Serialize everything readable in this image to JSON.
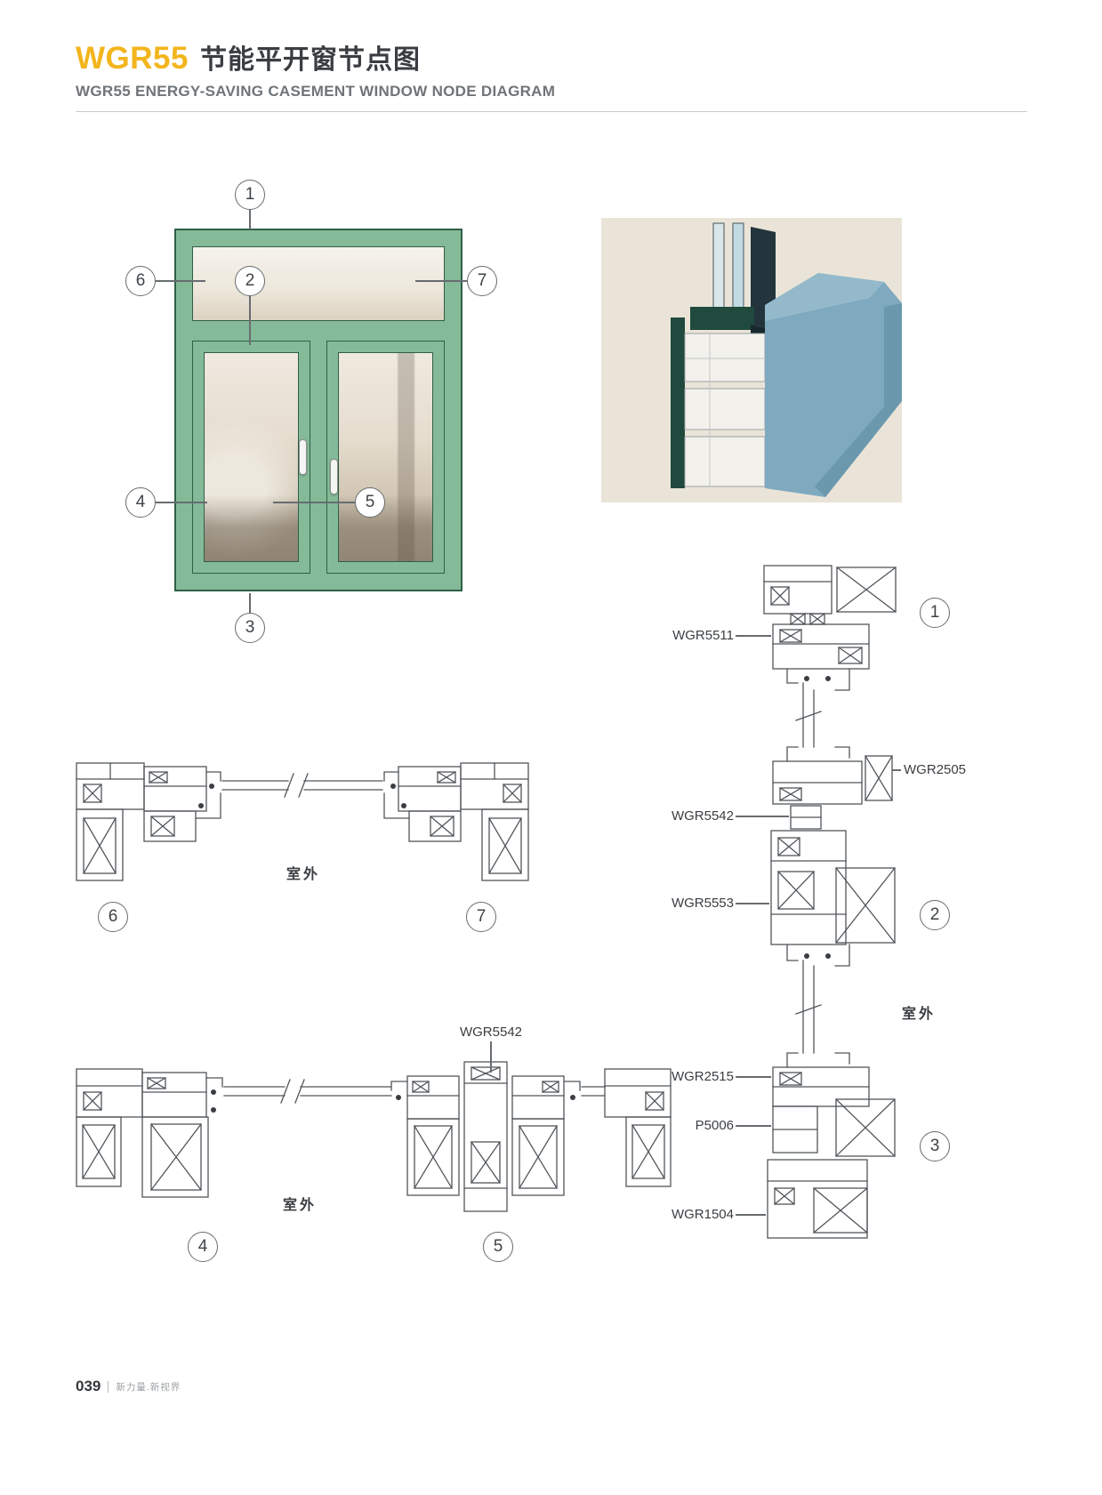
{
  "header": {
    "code": "WGR55",
    "title_zh": "节能平开窗节点图",
    "subtitle_en": "WGR55 ENERGY-SAVING CASEMENT WINDOW NODE DIAGRAM"
  },
  "callouts": {
    "n1": "1",
    "n2": "2",
    "n3": "3",
    "n4": "4",
    "n5": "5",
    "n6": "6",
    "n7": "7"
  },
  "labels": {
    "outdoor": "室外",
    "WGR5511": "WGR5511",
    "WGR2505": "WGR2505",
    "WGR5542": "WGR5542",
    "WGR5553": "WGR5553",
    "WGR2515": "WGR2515",
    "P5006": "P5006",
    "WGR1504": "WGR1504"
  },
  "footer": {
    "page_number": "039",
    "tagline": "新力量.新视界"
  },
  "colors": {
    "accent_yellow": "#f2b51d",
    "title_dark": "#3a3e42",
    "subtitle_gray": "#6f7478",
    "window_green": "#85ba98",
    "window_green_outline": "#2f5f47",
    "render_background": "#eae4d8",
    "render_blue": "#7fa9bf",
    "render_green": "#1f4a3d",
    "drawing_stroke": "#51565b"
  }
}
